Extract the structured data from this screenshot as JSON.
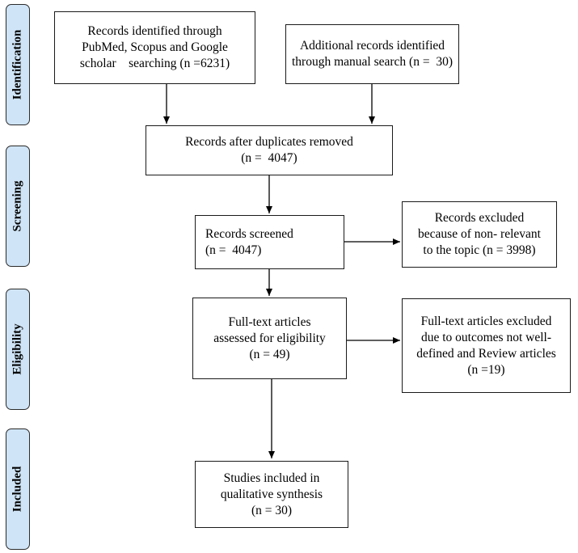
{
  "phases": {
    "identification": "Identification",
    "screening": "Screening",
    "eligibility": "Eligibility",
    "included": "Included"
  },
  "boxes": {
    "records_identified": [
      "Records identified through",
      "PubMed, Scopus and Google",
      "scholar    searching (n =6231)"
    ],
    "additional_records": [
      "Additional records identified",
      "through manual search (n =  30)"
    ],
    "after_duplicates": [
      "Records after duplicates removed",
      "(n =  4047)"
    ],
    "screened": [
      "Records screened",
      "(n =  4047)"
    ],
    "excluded": [
      "Records excluded",
      "because of non- relevant",
      "to the topic (n = 3998)"
    ],
    "fulltext_assessed": [
      "Full-text articles",
      "assessed for eligibility",
      "(n = 49)"
    ],
    "fulltext_excluded": [
      "Full-text articles excluded",
      "due to outcomes not well-",
      "defined and Review articles",
      "(n =19)"
    ],
    "included_studies": [
      "Studies included in",
      "qualitative synthesis",
      "(n = 30)"
    ]
  }
}
